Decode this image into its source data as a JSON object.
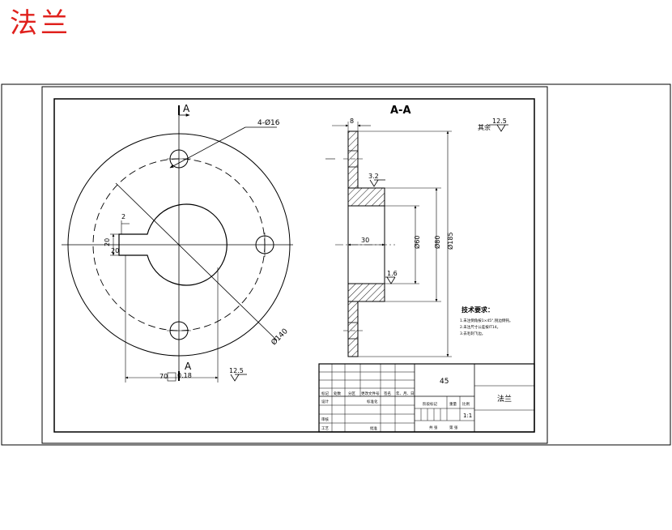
{
  "page_title": "法兰",
  "colors": {
    "title": "#e0211d",
    "line": "#000000"
  },
  "views": {
    "section_label_top": "A",
    "section_label_bottom": "A",
    "section_view_title": "A-A"
  },
  "dimensions": {
    "holes": "4-Ø16",
    "pcd": "Ø140",
    "flange_thickness": "8",
    "hub_depth": "30",
    "bore": "Ø60",
    "hub_dia": "Ø80",
    "outer_dia": "Ø185",
    "key_depth": "2",
    "key_width": "20",
    "keyway_dim": "20",
    "tolerance_label": "70",
    "tolerance_value": "0.18",
    "rough_face": "3.2",
    "rough_bore": "1.6",
    "rough_base": "12.5",
    "rough_other_label": "其余",
    "rough_other": "12.5"
  },
  "tech_requirements": {
    "title": "技术要求：",
    "items": [
      "1.未注倒角按1×45°,锐边倒钝。",
      "2.未注尺寸公差按IT14。",
      "3.去毛刺飞边。"
    ]
  },
  "title_block": {
    "headers": [
      "标记",
      "处数",
      "分区",
      "更改文件号",
      "签名",
      "年、月、日"
    ],
    "rows": [
      "设计",
      "审核",
      "工艺"
    ],
    "standardization": "标准化",
    "approval": "批准",
    "material": "45",
    "part_name": "法兰",
    "stage_label": "阶段标记",
    "weight_label": "重量",
    "scale_label": "比例",
    "scale": "1:1",
    "sheets_total": "共 张",
    "sheet_no": "第 张"
  }
}
